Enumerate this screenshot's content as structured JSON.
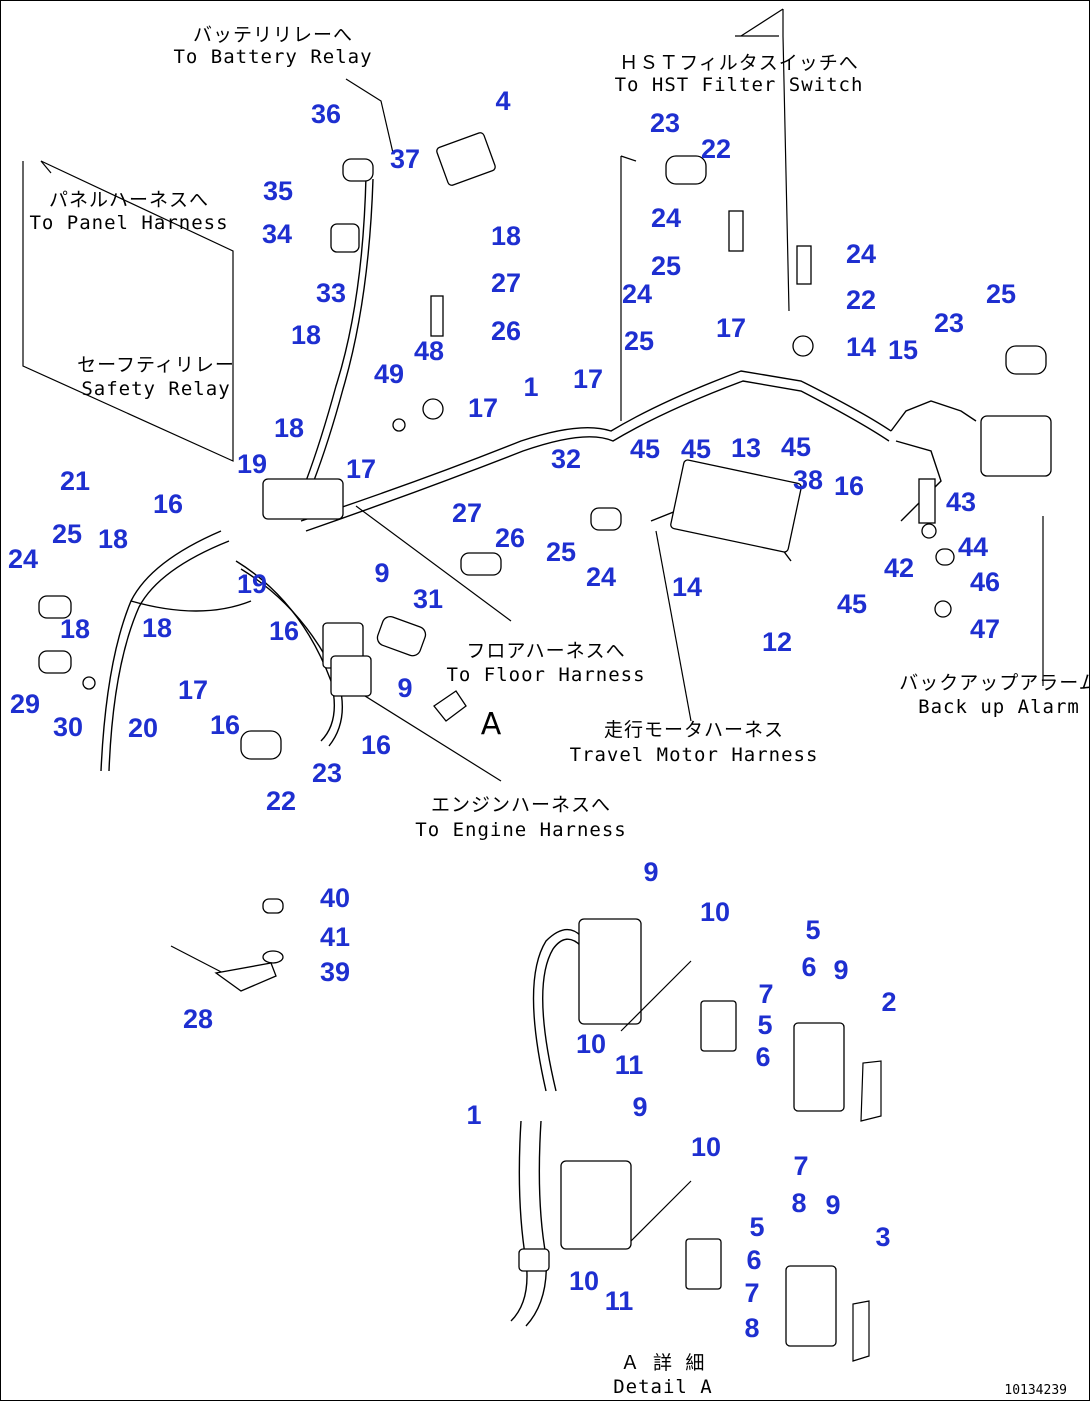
{
  "destinations": [
    {
      "jp": "バッテリリレーへ",
      "en": "To Battery Relay"
    },
    {
      "jp": "ＨＳＴフィルタスイッチへ",
      "en": "To HST Filter Switch"
    },
    {
      "jp": "パネルハーネスへ",
      "en": "To Panel Harness"
    },
    {
      "jp": "セーフティリレー",
      "en": "Safety Relay"
    },
    {
      "jp": "フロアハーネスへ",
      "en": "To Floor Harness"
    },
    {
      "jp": "走行モータハーネス",
      "en": "Travel Motor Harness"
    },
    {
      "jp": "バックアップアラーム",
      "en": "Back up Alarm"
    },
    {
      "jp": "エンジンハーネスへ",
      "en": "To Engine Harness"
    },
    {
      "jp": "Ａ 詳 細",
      "en": "Detail A"
    }
  ],
  "view_marker": "A",
  "drawing_code": "10134239",
  "callouts": [
    "36",
    "4",
    "37",
    "35",
    "18",
    "34",
    "27",
    "33",
    "26",
    "18",
    "48",
    "49",
    "23",
    "22",
    "24",
    "25",
    "24",
    "25",
    "24",
    "22",
    "17",
    "23",
    "25",
    "14",
    "15",
    "1",
    "17",
    "17",
    "45",
    "45",
    "13",
    "45",
    "32",
    "38",
    "16",
    "18",
    "17",
    "43",
    "19",
    "44",
    "21",
    "16",
    "27",
    "26",
    "46",
    "25",
    "25",
    "24",
    "42",
    "18",
    "24",
    "9",
    "31",
    "14",
    "45",
    "47",
    "19",
    "12",
    "18",
    "18",
    "16",
    "9",
    "29",
    "30",
    "20",
    "17",
    "16",
    "16",
    "23",
    "22",
    "40",
    "41",
    "39",
    "28",
    "9",
    "10",
    "5",
    "6",
    "9",
    "7",
    "2",
    "5",
    "10",
    "11",
    "6",
    "1",
    "9",
    "10",
    "7",
    "8",
    "9",
    "5",
    "3",
    "6",
    "10",
    "11",
    "7",
    "8"
  ]
}
